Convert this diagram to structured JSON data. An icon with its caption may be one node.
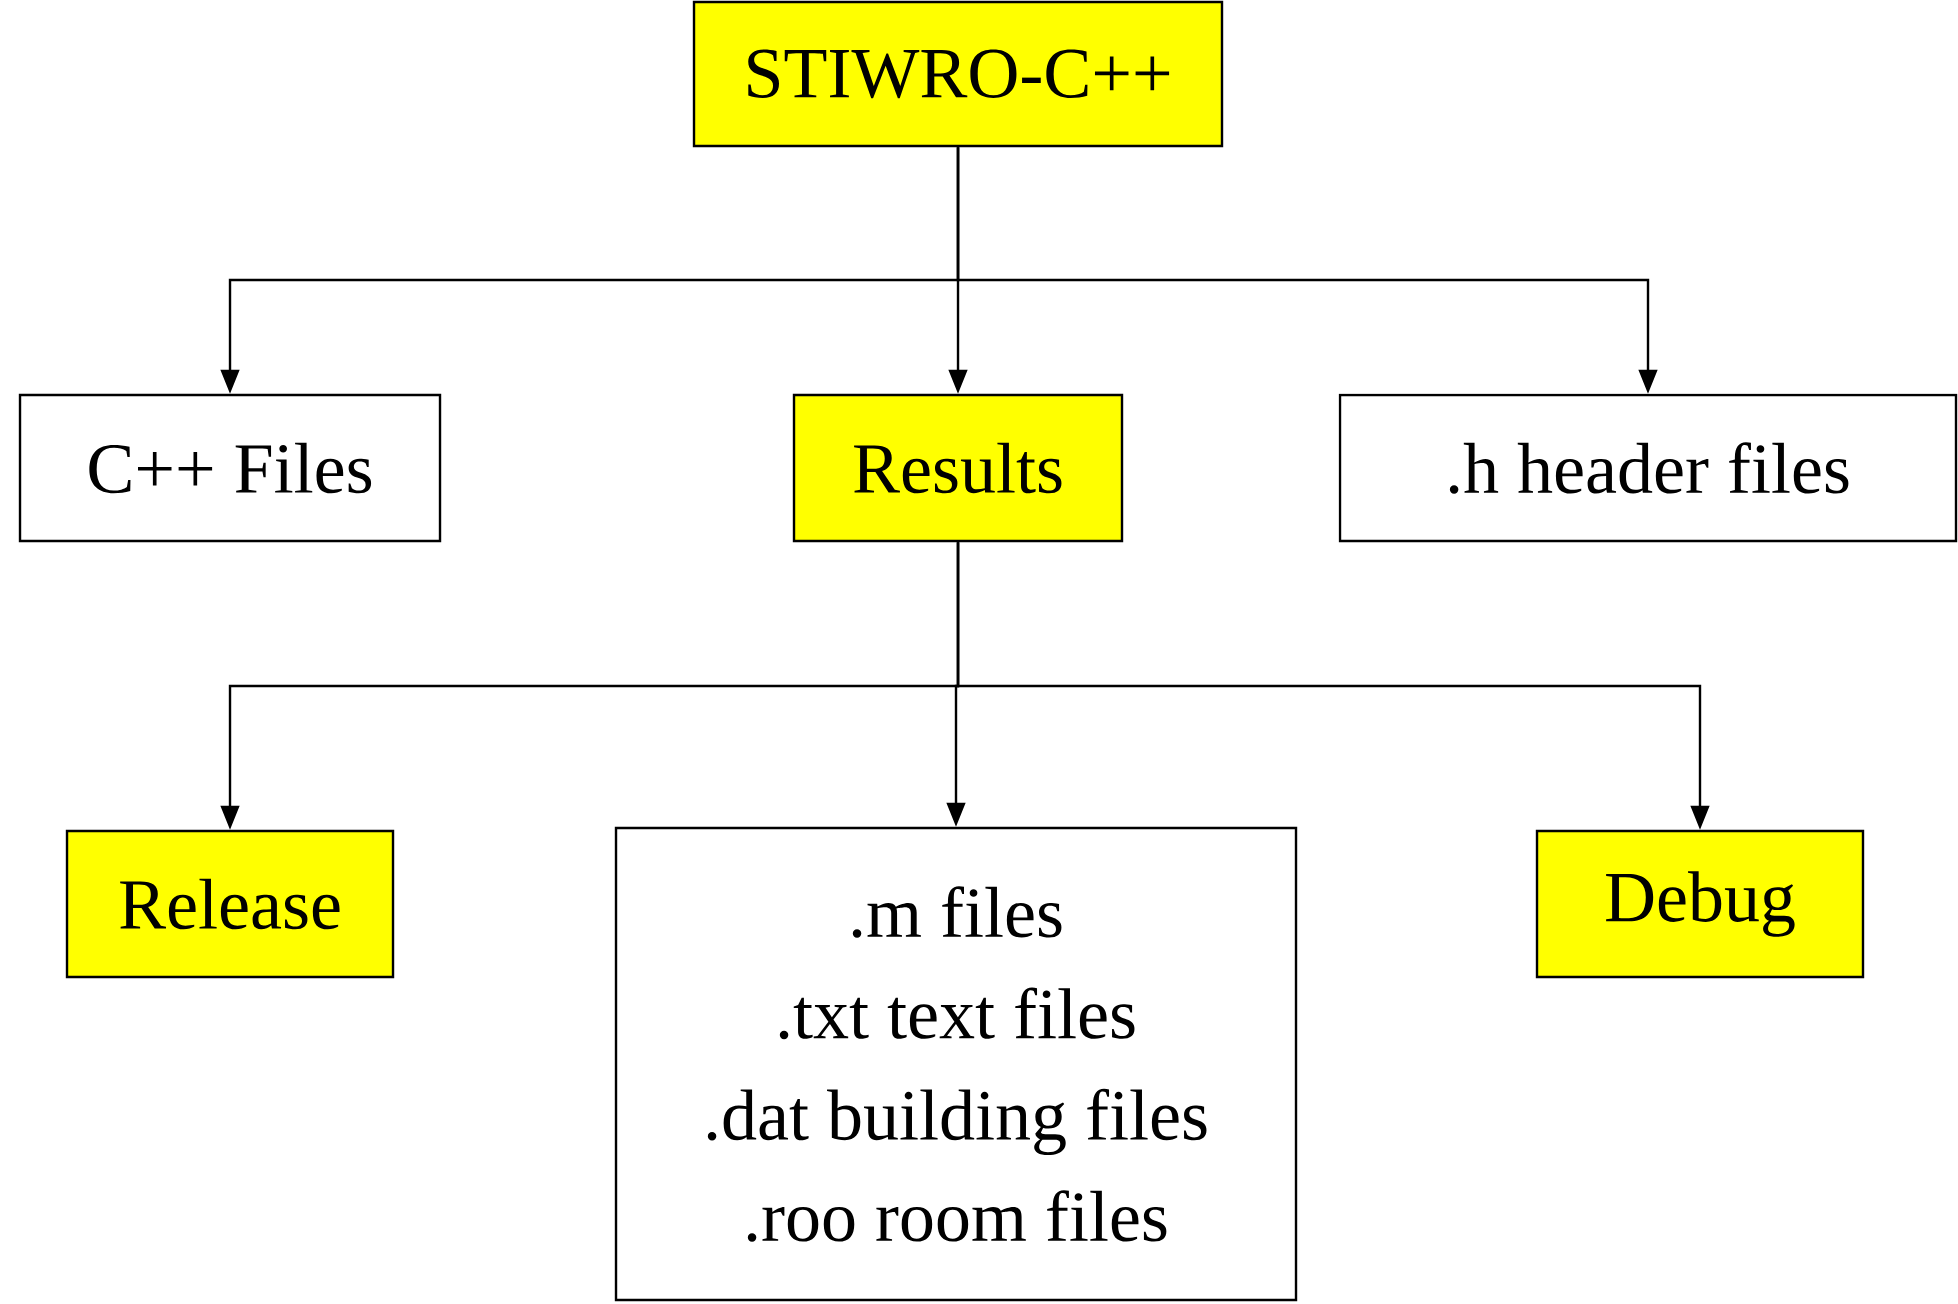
{
  "diagram": {
    "nodes": [
      {
        "text": [
          "STIWRO-C++"
        ]
      },
      {
        "text": [
          "C++ Files"
        ]
      },
      {
        "text": [
          "Results"
        ]
      },
      {
        "text": [
          ".h header files"
        ]
      },
      {
        "text": [
          "Release"
        ]
      },
      {
        "text": [
          ".m files",
          ".txt text files",
          ".dat building files",
          ".roo room files"
        ]
      },
      {
        "text": [
          "Debug"
        ]
      }
    ],
    "edges": [
      {
        "from": 0,
        "to": 1,
        "arrow": "to"
      },
      {
        "from": 0,
        "to": 2,
        "arrow": "to"
      },
      {
        "from": 0,
        "to": 3,
        "arrow": "to"
      },
      {
        "from": 2,
        "to": 4,
        "arrow": "to"
      },
      {
        "from": 2,
        "to": 5,
        "arrow": "to"
      },
      {
        "from": 2,
        "to": 6,
        "arrow": "to"
      }
    ]
  }
}
